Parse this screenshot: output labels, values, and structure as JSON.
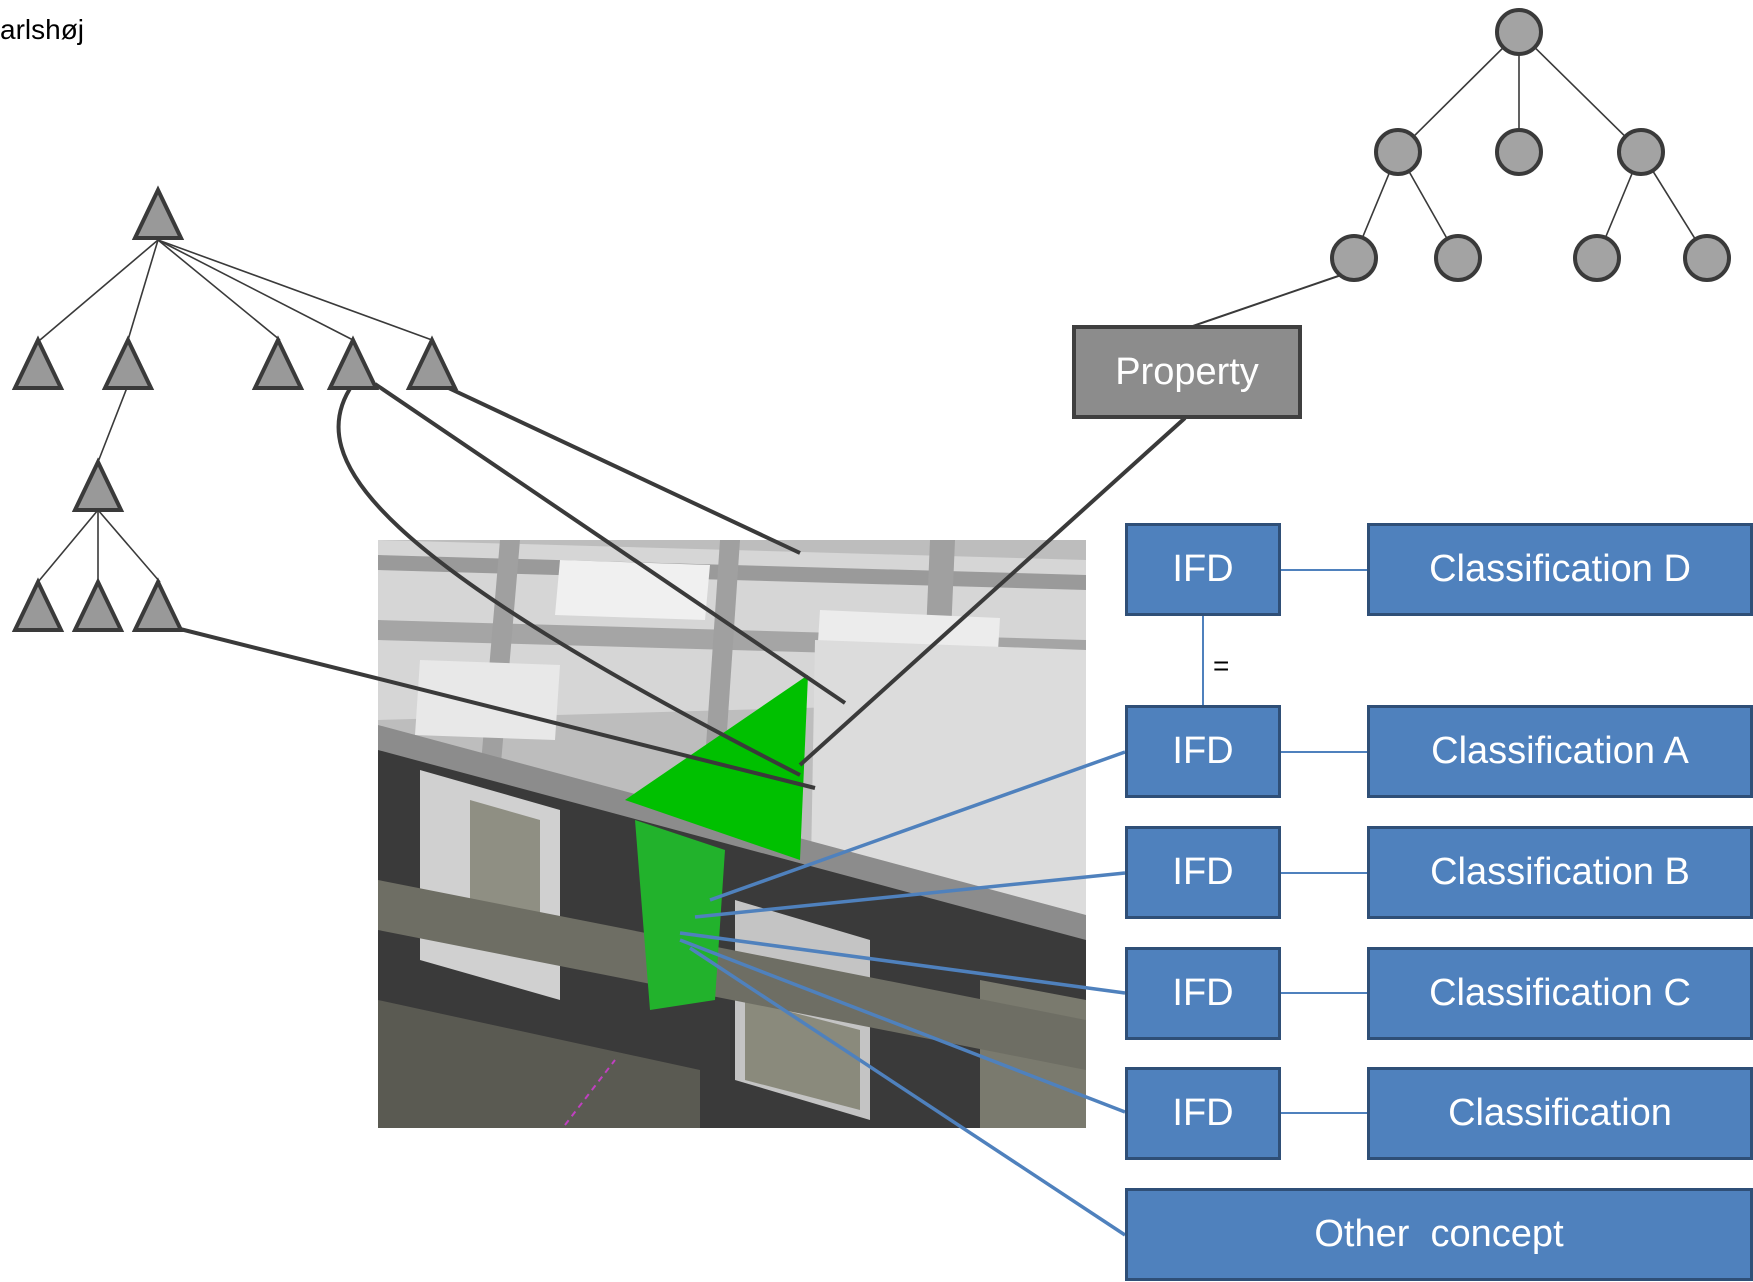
{
  "author": "arlshøj",
  "property_label": "Property",
  "equals_sign": "=",
  "ifd_rows": [
    {
      "ifd": "IFD",
      "classification": "Classification D"
    },
    {
      "ifd": "IFD",
      "classification": "Classification A"
    },
    {
      "ifd": "IFD",
      "classification": "Classification B"
    },
    {
      "ifd": "IFD",
      "classification": "Classification C"
    },
    {
      "ifd": "IFD",
      "classification": "Classification"
    }
  ],
  "other_concept": "Other  concept",
  "colors": {
    "box_blue": "#4f81bd",
    "box_blue_border": "#2f4f77",
    "node_grey": "#999999",
    "connector_dark": "#3a3a3a",
    "connector_blue": "#4f81bd",
    "highlight_green": "#19c219"
  }
}
